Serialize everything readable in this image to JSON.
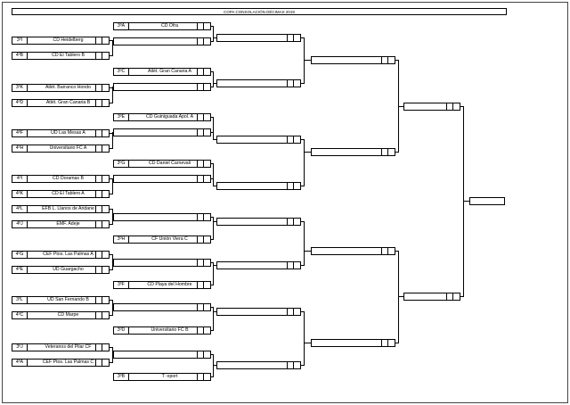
{
  "title": "COPA CONSOLACIÓN DÉCIMAS 2019",
  "left_entries": [
    {
      "code": "3ºI",
      "team": "CD Heidelberg"
    },
    {
      "code": "4ºB",
      "team": "CD El Tablero B"
    },
    {
      "code": "3ºK",
      "team": "Atlét. Barranco Hondo"
    },
    {
      "code": "4ºD",
      "team": "Atlét. Gran Canaria B"
    },
    {
      "code": "4ºF",
      "team": "UD Las Mesas A"
    },
    {
      "code": "4ºH",
      "team": "Universitario FC A"
    },
    {
      "code": "4ºI",
      "team": "CD Doramas B"
    },
    {
      "code": "4ºK",
      "team": "CD El Tablero A"
    },
    {
      "code": "4ºL",
      "team": "EFB L. Llanos de Aridane"
    },
    {
      "code": "4ºJ",
      "team": "EMF. Adeje"
    },
    {
      "code": "4ºG",
      "team": "CEF Ptos. Las Palmas A"
    },
    {
      "code": "4ºE",
      "team": "UD Guargacho"
    },
    {
      "code": "3ºL",
      "team": "UD San Fernando B"
    },
    {
      "code": "4ºC",
      "team": "CD Marpe"
    },
    {
      "code": "3ºJ",
      "team": "Veteranos del Pilar CF"
    },
    {
      "code": "4ºA",
      "team": "CEF Ptos. Las Palmas C"
    }
  ],
  "byes": [
    {
      "code": "3ºA",
      "team": "CD Ofra"
    },
    {
      "code": "3ºC",
      "team": "Atlét. Gran Canaria A"
    },
    {
      "code": "3ºE",
      "team": "CD Guiniguada Apol. A"
    },
    {
      "code": "3ºG",
      "team": "CD Daniel Carnevali"
    },
    {
      "code": "3ºH",
      "team": "CF Unión Viera C"
    },
    {
      "code": "3ºF",
      "team": "CD Playa del Hombre"
    },
    {
      "code": "3ºD",
      "team": "Universitario FC B"
    },
    {
      "code": "3ºB",
      "team": "T -xport"
    }
  ]
}
